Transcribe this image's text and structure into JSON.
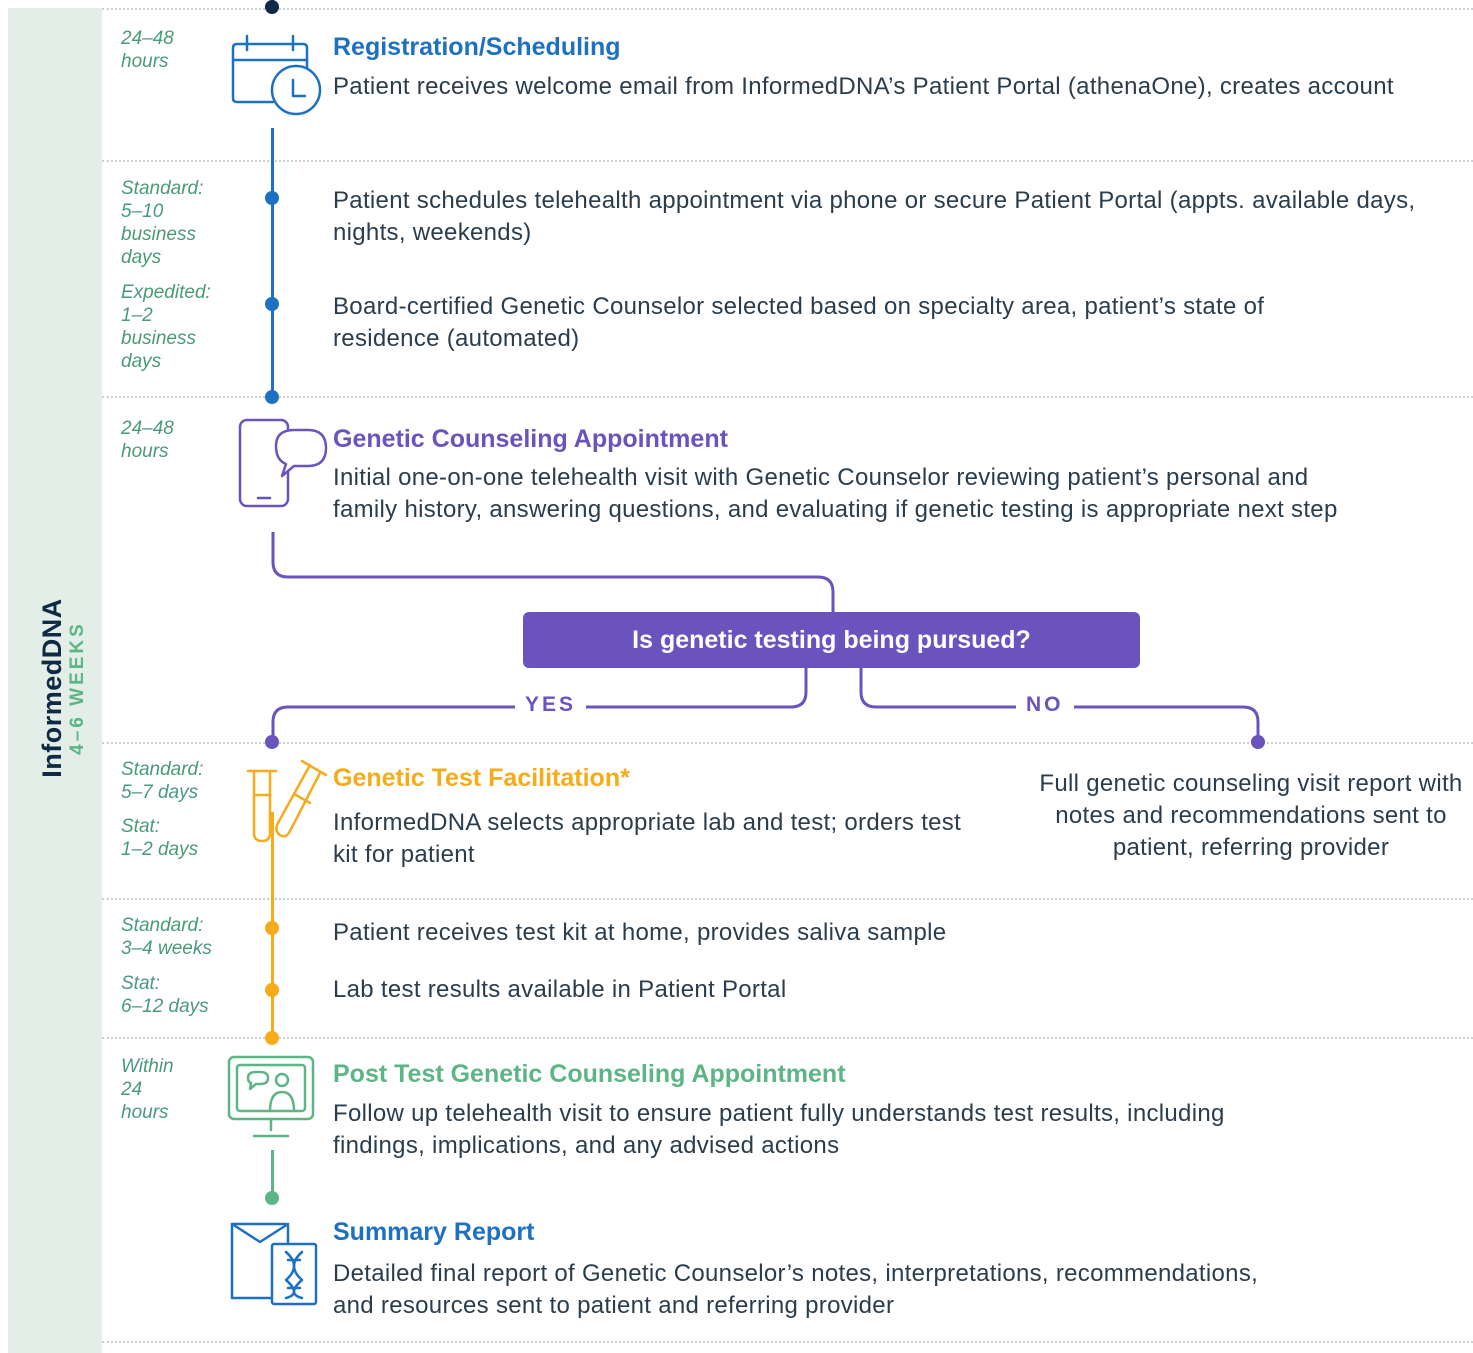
{
  "sidebar": {
    "title": "InformedDNA",
    "subtitle": "4–6 WEEKS"
  },
  "colors": {
    "blue": "#1d70c2",
    "purple": "#6a53bd",
    "orange": "#f5ab1a",
    "green": "#5cb584",
    "navy": "#0f2a44"
  },
  "steps": [
    {
      "time": "24–48\nhours",
      "title": "Registration/Scheduling",
      "icon": "calendar-clock-icon",
      "text": "Patient receives welcome email from InformedDNA’s Patient Portal (athenaOne), creates account"
    },
    {
      "time": "Standard:\n5–10\nbusiness\ndays",
      "text": "Patient schedules telehealth appointment via phone or secure Patient Portal (appts. available days, nights, weekends)"
    },
    {
      "time": "Expedited:\n1–2\nbusiness\ndays",
      "text": "Board-certified Genetic Counselor selected based on specialty area, patient’s state of residence (automated)"
    },
    {
      "time": "24–48\nhours",
      "title": "Genetic Counseling Appointment",
      "icon": "phone-chat-icon",
      "text": "Initial one-on-one telehealth visit with Genetic Counselor reviewing patient’s personal and family history, answering questions, and evaluating if genetic testing is appropriate next step"
    },
    {
      "time": "Standard:\n5–7 days",
      "title": "Genetic Test Facilitation*",
      "icon": "test-tubes-icon",
      "text": "InformedDNA selects appropriate lab and test; orders test kit for patient"
    },
    {
      "time": "Stat:\n1–2 days"
    },
    {
      "time": "Standard:\n3–4 weeks",
      "text": "Patient receives test kit at home, provides saliva sample"
    },
    {
      "time": "Stat:\n6–12 days",
      "text": "Lab test results available in Patient Portal"
    },
    {
      "time": "Within\n24\nhours",
      "title": "Post Test Genetic Counseling Appointment",
      "icon": "telehealth-monitor-icon",
      "text": "Follow up telehealth visit to ensure patient fully understands test results, including findings, implications, and any advised actions"
    },
    {
      "title": "Summary Report",
      "icon": "report-dna-icon",
      "text": "Detailed final report of Genetic Counselor’s notes, interpretations, recommendations, and resources sent to patient and referring provider"
    }
  ],
  "decision": {
    "question": "Is genetic testing being pursued?",
    "yes": "YES",
    "no": "NO",
    "no_text": "Full genetic counseling visit report with notes and recommendations sent to patient, referring provider"
  }
}
